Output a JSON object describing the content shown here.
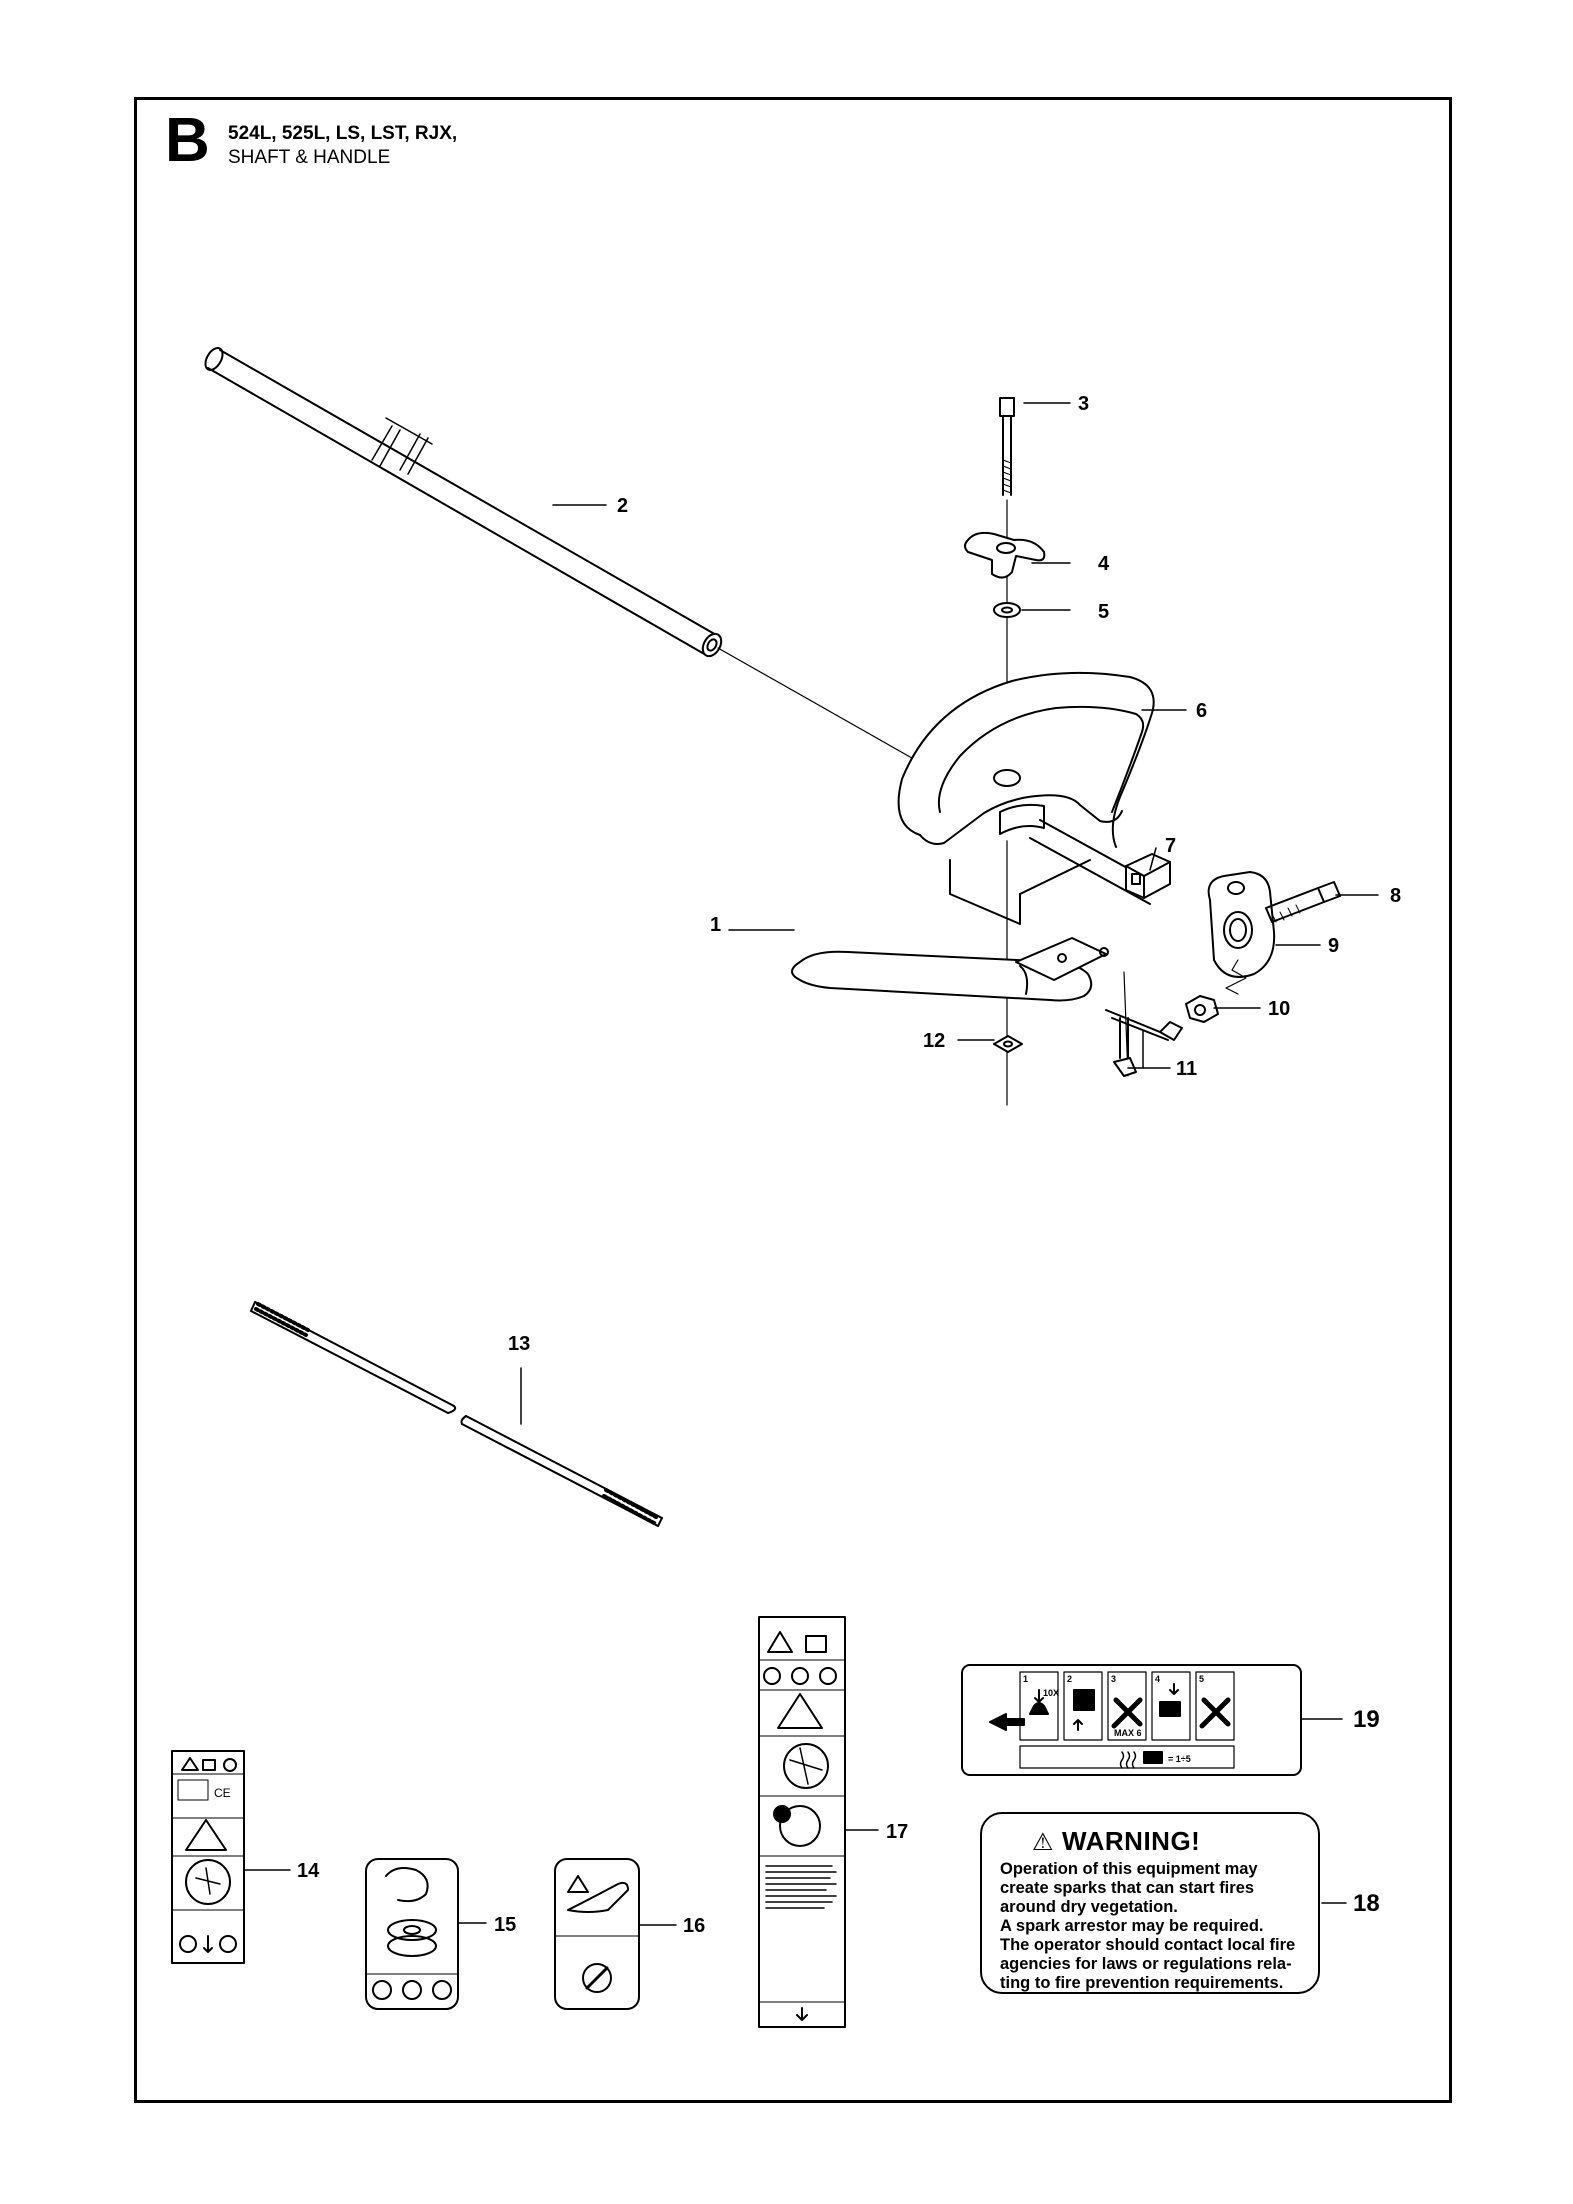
{
  "header": {
    "section_letter": "B",
    "models": "524L, 525L, LS, LST, RJX,",
    "title": "SHAFT & HANDLE"
  },
  "callouts": [
    "1",
    "2",
    "3",
    "4",
    "5",
    "6",
    "7",
    "8",
    "9",
    "10",
    "11",
    "12",
    "13",
    "14",
    "15",
    "16",
    "17",
    "18",
    "19"
  ],
  "decal_19": {
    "steps": [
      "1",
      "2",
      "3",
      "4",
      "5"
    ],
    "step1_text": "10X",
    "step3_text": "MAX 6",
    "bottom_text": "= 1÷5"
  },
  "warning": {
    "heading": "WARNING!",
    "icon": "warning-triangle-icon",
    "lines": [
      "Operation of this equipment may",
      "create sparks that can start fires",
      "around dry vegetation.",
      "A spark arrestor may be required.",
      "The operator should contact local fire",
      "agencies for laws or regulations rela-",
      "ting to fire prevention requirements."
    ]
  }
}
